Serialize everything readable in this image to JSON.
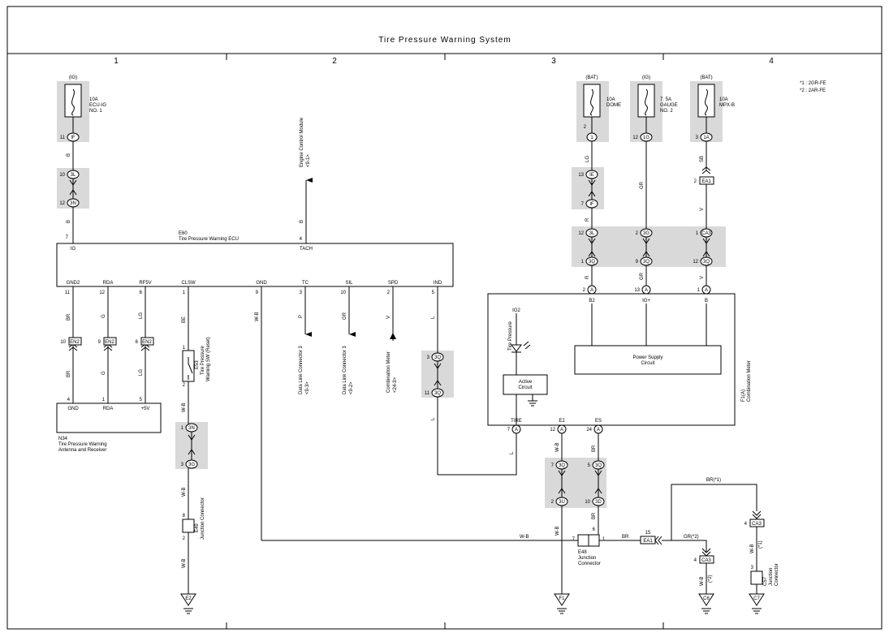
{
  "title": "Tire Pressure Warning System",
  "columns": [
    "1",
    "2",
    "3",
    "4"
  ],
  "notes": [
    "*1 : 2GR-FE",
    "*2 : 2AR-FE"
  ],
  "fuses": [
    {
      "supply": "(IG)",
      "label1": "10A",
      "label2": "ECU-IG",
      "label3": "NO. 1"
    },
    {
      "supply": "(BAT)",
      "label1": "10A",
      "label2": "DOME",
      "label3": ""
    },
    {
      "supply": "(IG)",
      "label1": "7. 5A",
      "label2": "GAUGE",
      "label3": "NO. 2"
    },
    {
      "supply": "(BAT)",
      "label1": "10A",
      "label2": "MPX-B",
      "label3": ""
    }
  ],
  "ecu": {
    "code": "E60",
    "name": "Tire Pressure Warning ECU",
    "top_pins": [
      "IG",
      "TACH"
    ],
    "bottom_pins": [
      "GND2",
      "RDA",
      "RF5V",
      "CLSW",
      "GND",
      "TC",
      "SIL",
      "SPD",
      "IND"
    ],
    "pin_numbers": [
      "7",
      "4",
      "11",
      "12",
      "6",
      "1",
      "9",
      "3",
      "10",
      "2",
      "5"
    ]
  },
  "antenna": {
    "code": "N34",
    "name_line1": "Tire Pressure Warning",
    "name_line2": "Antenna and Receiver",
    "pins": [
      "GND",
      "RDA",
      "+5V"
    ],
    "pin_numbers": [
      "4",
      "1",
      "5"
    ]
  },
  "meter": {
    "code": "F1(A)",
    "name": "Combination Meter",
    "pins": [
      "B2",
      "IG+",
      "B",
      "TIRE",
      "E2",
      "ES"
    ],
    "ig": "IG2",
    "lamp": "Tire Pressure",
    "active_line1": "Active",
    "active_line2": "Circuit",
    "psu_line1": "Power Supply",
    "psu_line2": "Circuit"
  },
  "switch": {
    "code": "E53",
    "line1": "Tire Pressure",
    "line2": "Warning SW (Reset)"
  },
  "junctions": [
    {
      "code": "E49",
      "name": "Junction Connector"
    },
    {
      "code": "E48",
      "name_line1": "Junction",
      "name_line2": "Connector"
    },
    {
      "code": "C57",
      "name_line1": "Junction",
      "name_line2": "Connector"
    }
  ],
  "refs": {
    "ecm_line1": "Engine Control Module",
    "ecm_line2": "<9-1>",
    "dlc_tc_line1": "Data Link Connector 3",
    "dlc_tc_line2": "<9-3>",
    "dlc_sil_line1": "Data Link Connector 3",
    "dlc_sil_line2": "<9-2>",
    "cm_line1": "Combination Meter",
    "cm_line2": "<24-3>"
  },
  "connectors": [
    "IF",
    "3L",
    "3N",
    "1",
    "1G",
    "1A",
    "IE",
    "EA1",
    "3G",
    "3Q",
    "3D",
    "EN2",
    "CA3",
    "3U",
    "A"
  ],
  "wire_colors": [
    "B",
    "BR",
    "G",
    "LG",
    "BE",
    "W-B",
    "P",
    "GR",
    "V",
    "L",
    "R",
    "SB",
    "BR(*1)",
    "GR(*2)"
  ],
  "grounds": [
    "E2",
    "F1",
    "C6",
    "C7"
  ],
  "star_notes": [
    "(*1)",
    "(*2)"
  ],
  "pin_labels": [
    "11",
    "10",
    "12",
    "7",
    "4",
    "2",
    "13",
    "3",
    "1",
    "9",
    "5",
    "6",
    "24",
    "15",
    "8"
  ]
}
